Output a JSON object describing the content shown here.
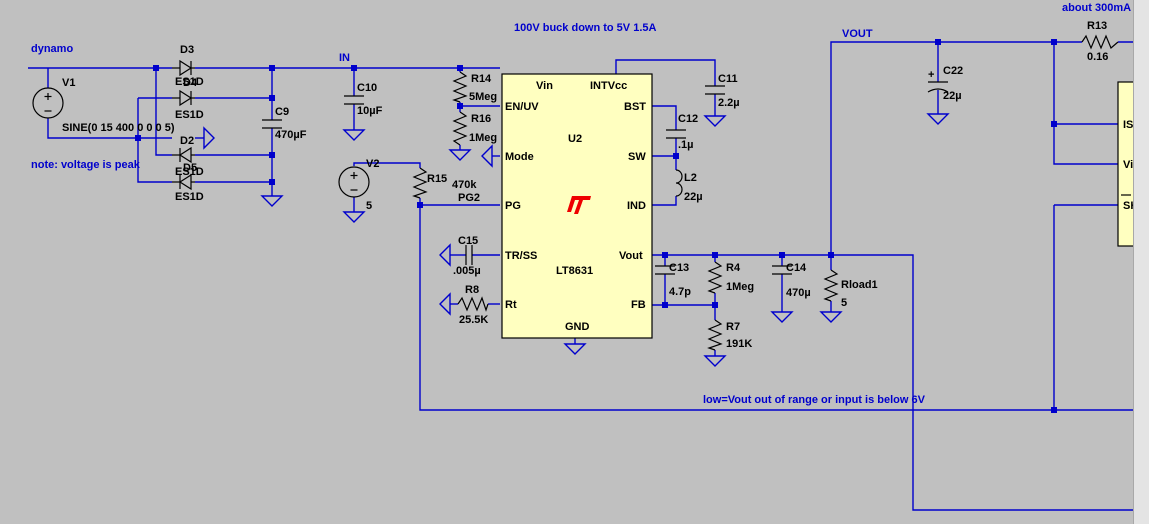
{
  "title": "100V buck down to 5V 1.5A",
  "notes": {
    "dynamo": "dynamo",
    "peak": "note: voltage is peak",
    "pg_note": "low=Vout out of range or input is below 6V",
    "current": "about 300mA"
  },
  "nets": {
    "in": "IN",
    "vout": "VOUT",
    "pg2": "PG2"
  },
  "ic": {
    "ref": "U2",
    "part": "LT8631",
    "logo": "LT",
    "pins": {
      "vin": "Vin",
      "intvcc": "INTVcc",
      "enuv": "EN/UV",
      "bst": "BST",
      "mode": "Mode",
      "sw": "SW",
      "pg": "PG",
      "ind": "IND",
      "trss": "TR/SS",
      "vout": "Vout",
      "rt": "Rt",
      "fb": "FB",
      "gnd": "GND"
    }
  },
  "sources": {
    "v1": {
      "ref": "V1",
      "value": "SINE(0 15 400 0 0 0 5)"
    },
    "v2": {
      "ref": "V2",
      "value": "5"
    }
  },
  "diodes": {
    "d3": {
      "ref": "D3",
      "value": "ES1D"
    },
    "d4": {
      "ref": "D4",
      "value": "ES1D"
    },
    "d2": {
      "ref": "D2",
      "value": "ES1D"
    },
    "d5": {
      "ref": "D5",
      "value": "ES1D"
    }
  },
  "capacitors": {
    "c9": {
      "ref": "C9",
      "value": "470µF"
    },
    "c10": {
      "ref": "C10",
      "value": "10µF"
    },
    "c11": {
      "ref": "C11",
      "value": "2.2µ"
    },
    "c12": {
      "ref": "C12",
      "value": ".1µ"
    },
    "c13": {
      "ref": "C13",
      "value": "4.7p"
    },
    "c14": {
      "ref": "C14",
      "value": "470µ"
    },
    "c15": {
      "ref": "C15",
      "value": ".005µ"
    },
    "c22": {
      "ref": "C22",
      "value": "22µ"
    }
  },
  "resistors": {
    "r14": {
      "ref": "R14",
      "value": "5Meg"
    },
    "r16": {
      "ref": "R16",
      "value": "1Meg"
    },
    "r15": {
      "ref": "R15",
      "value": "470k"
    },
    "r8": {
      "ref": "R8",
      "value": "25.5K"
    },
    "r4": {
      "ref": "R4",
      "value": "1Meg"
    },
    "r7": {
      "ref": "R7",
      "value": "191K"
    },
    "rload1": {
      "ref": "Rload1",
      "value": "5"
    },
    "r13": {
      "ref": "R13",
      "value": "0.16"
    }
  },
  "inductors": {
    "l2": {
      "ref": "L2",
      "value": "22µ"
    }
  },
  "right_chip": {
    "pin_is": "IS",
    "pin_vi": "Vi",
    "pin_sh": "SH"
  },
  "colors": {
    "wire": "#0000cc",
    "background": "#c0c0c0",
    "ic_fill": "#ffffc0",
    "logo": "#ee0000"
  }
}
